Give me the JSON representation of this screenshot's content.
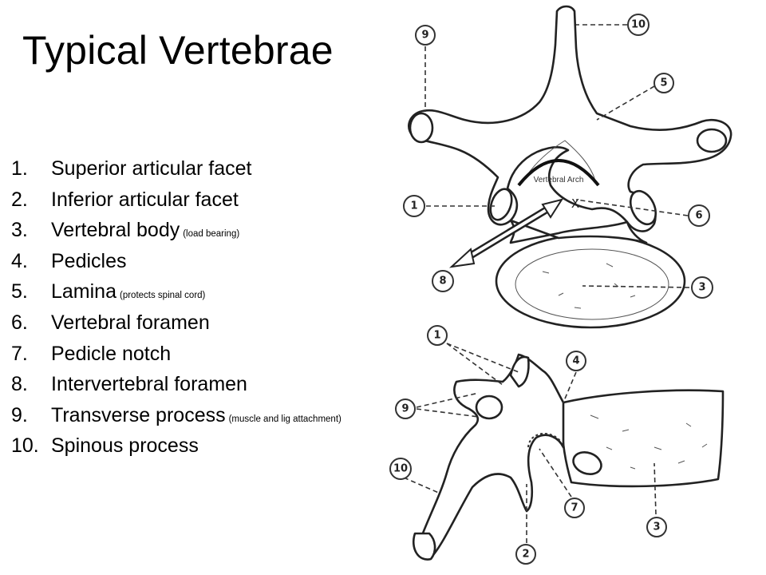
{
  "title": "Typical Vertebrae",
  "legend": [
    {
      "num": "1.",
      "text": "Superior articular facet",
      "note": ""
    },
    {
      "num": "2.",
      "text": "Inferior articular facet",
      "note": ""
    },
    {
      "num": "3.",
      "text": "Vertebral body",
      "note": "(load bearing)"
    },
    {
      "num": "4.",
      "text": "Pedicles",
      "note": ""
    },
    {
      "num": "5.",
      "text": "Lamina",
      "note": "(protects spinal cord)"
    },
    {
      "num": "6.",
      "text": "Vertebral foramen",
      "note": ""
    },
    {
      "num": "7.",
      "text": "Pedicle notch",
      "note": ""
    },
    {
      "num": "8.",
      "text": "Intervertebral foramen",
      "note": ""
    },
    {
      "num": "9.",
      "text": "Transverse process",
      "note": "(muscle and lig attachment)"
    },
    {
      "num": "10.",
      "text": "Spinous process",
      "note": ""
    }
  ],
  "diagram": {
    "arch_label": "Vertebral Arch",
    "x_mark": "X",
    "callouts": {
      "top_9": "9",
      "top_10": "10",
      "top_5": "5",
      "top_1": "1",
      "top_6": "6",
      "top_8": "8",
      "top_3": "3",
      "side_1": "1",
      "side_4": "4",
      "side_9": "9",
      "side_10": "10",
      "side_7": "7",
      "side_3": "3",
      "side_2": "2"
    }
  }
}
